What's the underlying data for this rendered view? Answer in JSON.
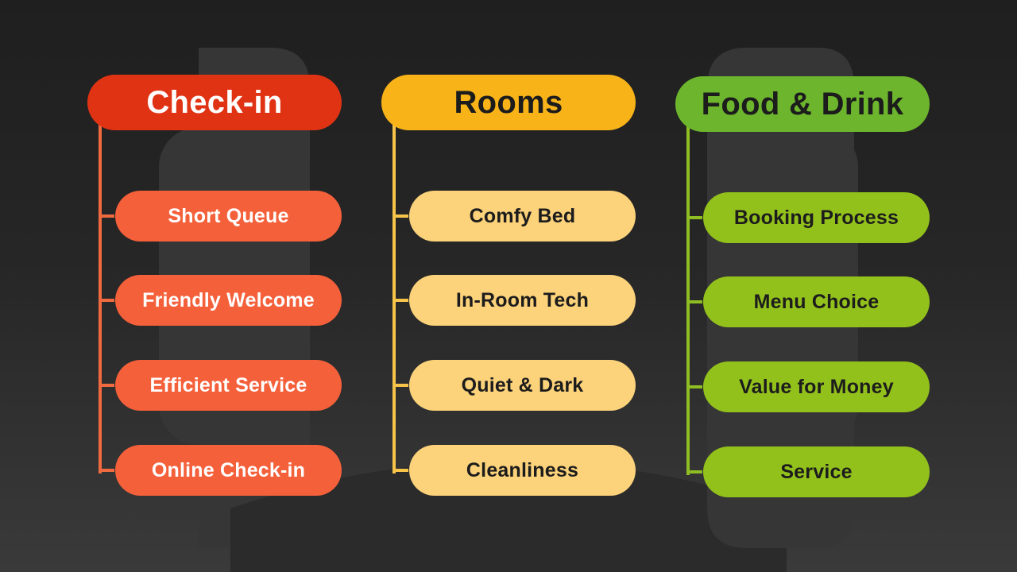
{
  "colors": {
    "background_dark": "#1f1f1f",
    "background_light": "#3a3a3a",
    "decor": "#3b3b3b"
  },
  "columns": [
    {
      "title": "Check-in",
      "header_color": "#e03314",
      "header_text_color": "#ffffff",
      "item_color": "#f4603a",
      "item_text_color": "#ffffff",
      "line_color": "#f06a3f",
      "items": [
        "Short Queue",
        "Friendly Welcome",
        "Efficient Service",
        "Online Check-in"
      ]
    },
    {
      "title": "Rooms",
      "header_color": "#f8b318",
      "header_text_color": "#1c1c1c",
      "item_color": "#fcd27a",
      "item_text_color": "#1c1c1c",
      "line_color": "#f7c44a",
      "items": [
        "Comfy Bed",
        "In-Room Tech",
        "Quiet & Dark",
        "Cleanliness"
      ]
    },
    {
      "title": "Food & Drink",
      "header_color": "#6cb52d",
      "header_text_color": "#1c1c1c",
      "item_color": "#93c11c",
      "item_text_color": "#1c1c1c",
      "line_color": "#8fbe22",
      "items": [
        "Booking Process",
        "Menu Choice",
        "Value for Money",
        "Service"
      ]
    }
  ]
}
